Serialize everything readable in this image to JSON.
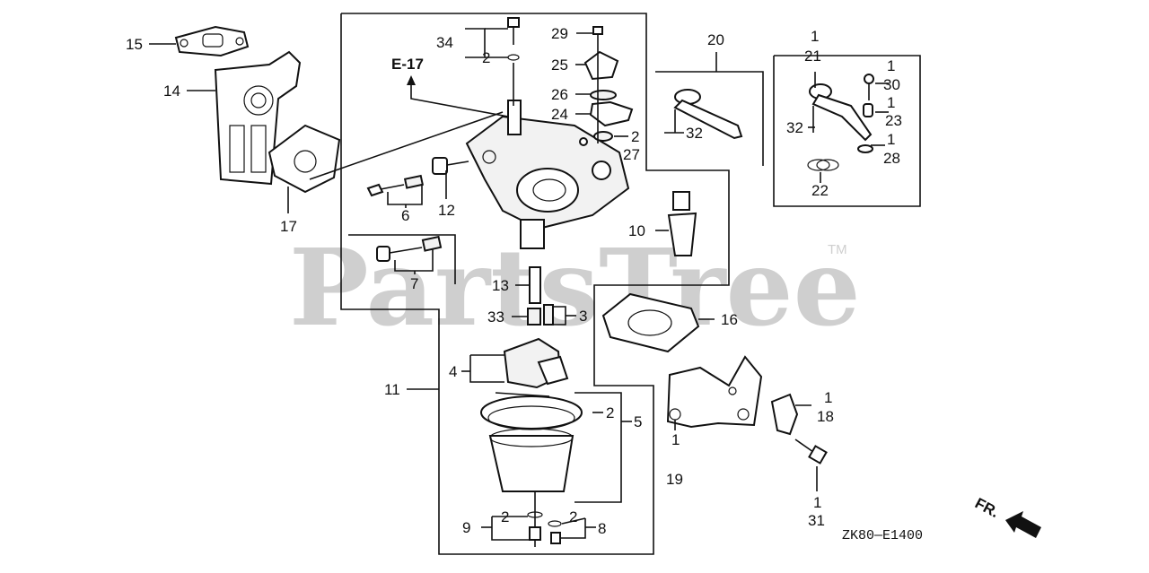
{
  "watermark": {
    "text": "PartsTree",
    "trademark": "TM"
  },
  "reference": {
    "label": "E-17"
  },
  "diagram_code": "ZK80—E1400",
  "direction_label": "FR.",
  "callouts": {
    "c15": "15",
    "c14": "14",
    "c17": "17",
    "c34": "34",
    "c2a": "2",
    "c29": "29",
    "c25": "25",
    "c26": "26",
    "c24": "24",
    "c2b": "2",
    "c27": "27",
    "c20": "20",
    "c32a": "32",
    "c1a": "1",
    "c21": "21",
    "c1b": "1",
    "c30": "30",
    "c1c": "1",
    "c23": "23",
    "c32b": "32",
    "c1d": "1",
    "c28": "28",
    "c22": "22",
    "c6": "6",
    "c12": "12",
    "c7": "7",
    "c10": "10",
    "c13": "13",
    "c33": "33",
    "c3": "3",
    "c16": "16",
    "c4": "4",
    "c11": "11",
    "c2c": "2",
    "c5": "5",
    "c1e": "1",
    "c18": "18",
    "c1f": "1",
    "c19": "19",
    "c1g": "1",
    "c31": "31",
    "c9": "9",
    "c2d": "2",
    "c2e": "2",
    "c8": "8"
  }
}
